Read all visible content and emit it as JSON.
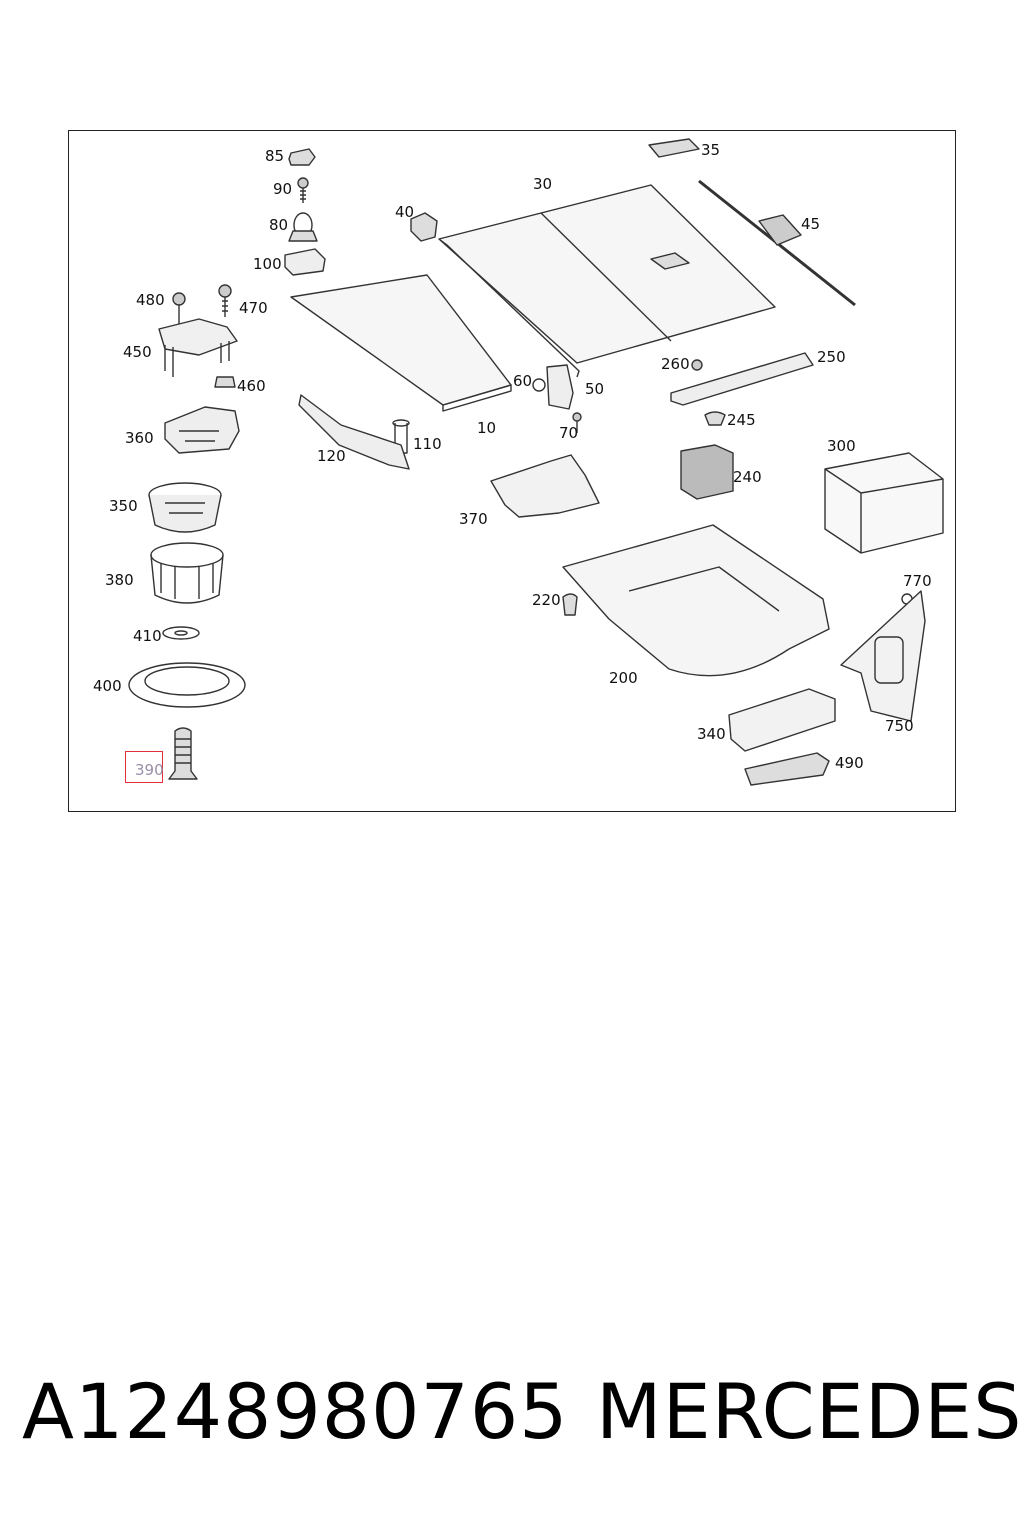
{
  "colors": {
    "line": "#333333",
    "highlight": "#e0303a",
    "highlight_text": "#9a8ea8"
  },
  "callouts": {
    "c85": "85",
    "c90": "90",
    "c80": "80",
    "c100": "100",
    "c480": "480",
    "c470": "470",
    "c450": "450",
    "c460": "460",
    "c360": "360",
    "c350": "350",
    "c380": "380",
    "c410": "410",
    "c400": "400",
    "c390": "390",
    "c40": "40",
    "c30": "30",
    "c35": "35",
    "c45": "45",
    "c10": "10",
    "c110": "110",
    "c120": "120",
    "c60": "60",
    "c50": "50",
    "c70": "70",
    "c260": "260",
    "c250": "250",
    "c245": "245",
    "c240": "240",
    "c300": "300",
    "c370": "370",
    "c220": "220",
    "c200": "200",
    "c770": "770",
    "c750": "750",
    "c340": "340",
    "c490": "490"
  },
  "highlighted_part": "390",
  "footer": {
    "part_number": "A1248980765",
    "brand": "MERCEDES"
  }
}
